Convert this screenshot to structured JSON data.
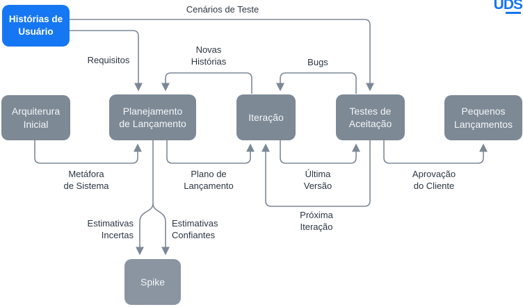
{
  "logo": {
    "text": "UDS",
    "color": "#1574F0"
  },
  "colors": {
    "accent_blue": "#1677F3",
    "box_gray": "#7D8995",
    "spike_gray": "#8A95A1",
    "connector_gray": "#7C8896",
    "label_text": "#2B3642",
    "box_text": "#F4F6F8",
    "background": "#FFFFFF"
  },
  "boxes": {
    "historias": {
      "label": "Histórias de\nUsuário"
    },
    "arquiterura": {
      "label": "Arquiterura\nInicial"
    },
    "planejamento": {
      "label": "Planejamento\nde Lançamento"
    },
    "iteracao": {
      "label": "Iteração"
    },
    "testes": {
      "label": "Testes de\nAceitação"
    },
    "pequenos": {
      "label": "Pequenos\nLançamentos"
    },
    "spike": {
      "label": "Spike"
    }
  },
  "edge_labels": {
    "cenarios": "Cenários de Teste",
    "requisitos": "Requisitos",
    "novas_historias": "Novas\nHistórias",
    "bugs": "Bugs",
    "metafora": "Metáfora\nde Sistema",
    "plano": "Plano de\nLançamento",
    "ultima_versao": "Última\nVersão",
    "aprovacao": "Aprovação\ndo Cliente",
    "proxima_iteracao": "Próxima\nIteração",
    "estimativas_incertas": "Estimativas\nIncertas",
    "estimativas_confiantes": "Estimativas\nConfiantes"
  }
}
